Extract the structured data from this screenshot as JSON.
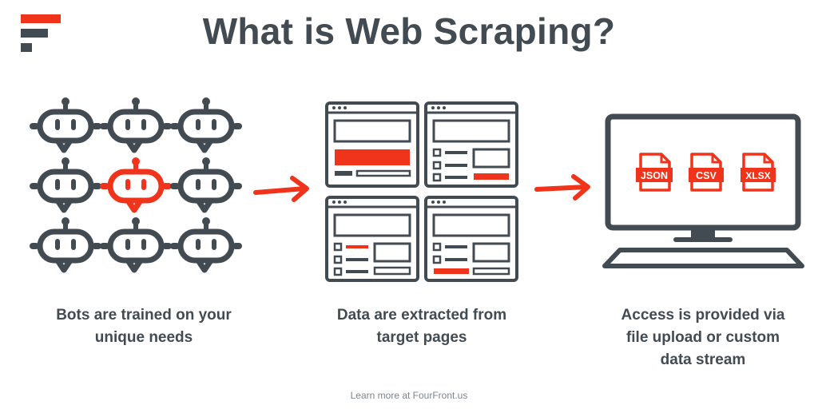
{
  "header": {
    "title": "What is Web Scraping?"
  },
  "brand": {
    "logo_icon": "fourfront-logo-icon",
    "accent_color": "#f0341c",
    "dark_color": "#424a52"
  },
  "steps": [
    {
      "icon": "bot-grid-icon",
      "caption_line1": "Bots are trained on your",
      "caption_line2": "unique needs"
    },
    {
      "icon": "web-pages-icon",
      "caption_line1": "Data are extracted from",
      "caption_line2": "target pages"
    },
    {
      "icon": "computer-monitor-icon",
      "caption_line1": "Access is provided via",
      "caption_line2": "file upload or custom",
      "caption_line3": "data stream"
    }
  ],
  "files": [
    {
      "label": "JSON",
      "icon": "json-file-icon"
    },
    {
      "label": "CSV",
      "icon": "csv-file-icon"
    },
    {
      "label": "XLSX",
      "icon": "xlsx-file-icon"
    }
  ],
  "footer": {
    "text": "Learn more at FourFront.us"
  }
}
